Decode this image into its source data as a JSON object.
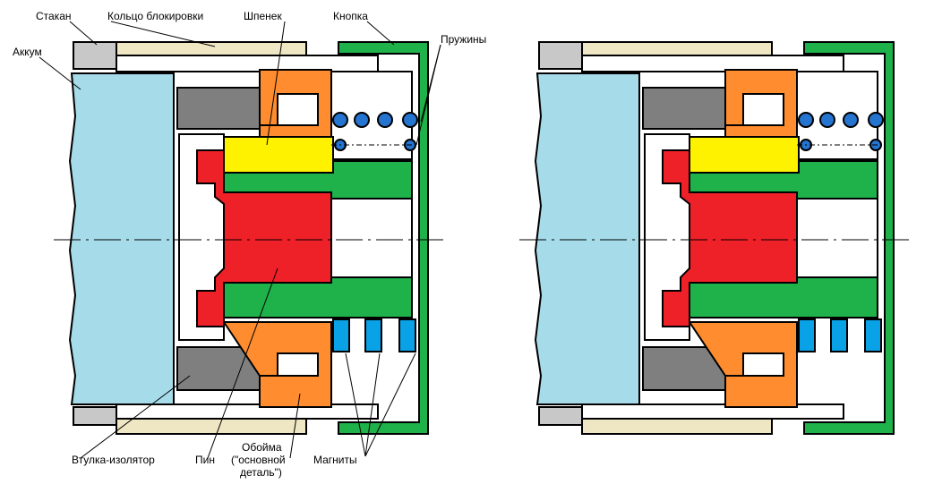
{
  "labels": {
    "stakan": "Стакан",
    "akkum": "Аккум",
    "koltso": "Кольцо блокировки",
    "shpenek": "Шпенек",
    "knopka": "Кнопка",
    "pruzhiny": "Пружины",
    "vtulka": "Втулка-изолятор",
    "pin": "Пин",
    "oboyma_1": "Обойма",
    "oboyma_2": "(\"основной",
    "oboyma_3": "деталь\")",
    "magnity": "Магниты"
  },
  "colors": {
    "battery": "#a6dcea",
    "cup": "#c8c8c8",
    "ring": "#efe7c3",
    "button": "#1fb14a",
    "cage": "#ff8c2e",
    "pin": "#ee2028",
    "peg": "#fff200",
    "insulator": "#7f7f7f",
    "magnet": "#0aa2e6",
    "spring": "#2474d0",
    "outline": "#000000"
  }
}
